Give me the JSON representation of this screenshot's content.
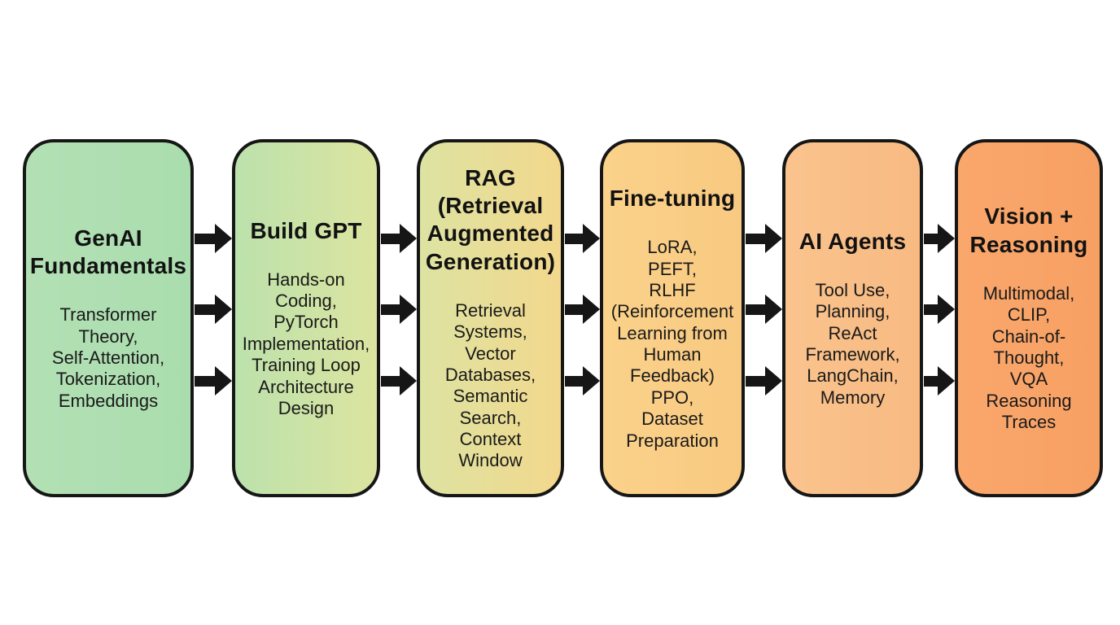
{
  "page": {
    "background_color": "#ffffff"
  },
  "diagram": {
    "type": "flowchart",
    "direction": "left-to-right",
    "outline_color": "#161616",
    "text_color": "#141414",
    "arrows": {
      "icon": "arrow-right-icon",
      "color": "#161616",
      "per_gap": 3,
      "gap_count": 5
    },
    "stages": [
      {
        "id": "genai-fundamentals",
        "title": "GenAI\nFundamentals",
        "topics": "Transformer\nTheory,\nSelf-Attention,\nTokenization,\nEmbeddings",
        "color_left": "#b2e0b4",
        "color_right": "#aaddae"
      },
      {
        "id": "build-gpt",
        "title": "Build GPT",
        "topics": "Hands-on\nCoding,\nPyTorch\nImplementation,\nTraining Loop\nArchitecture\nDesign",
        "color_left": "#bce2ac",
        "color_right": "#dce4a0"
      },
      {
        "id": "rag",
        "title": "RAG\n(Retrieval\nAugmented\nGeneration)",
        "topics": "Retrieval\nSystems,\nVector\nDatabases,\nSemantic\nSearch,\nContext\nWindow",
        "color_left": "#dde3a2",
        "color_right": "#f2d88d"
      },
      {
        "id": "fine-tuning",
        "title": "Fine-tuning",
        "topics": "LoRA,\nPEFT,\nRLHF\n(Reinforcement\nLearning from\nHuman\nFeedback)\nPPO,\nDataset\nPreparation",
        "color_left": "#fbd28a",
        "color_right": "#f8c981"
      },
      {
        "id": "ai-agents",
        "title": "AI Agents",
        "topics": "Tool Use,\nPlanning,\nReAct\nFramework,\nLangChain,\nMemory",
        "color_left": "#fbc38d",
        "color_right": "#f7ba82"
      },
      {
        "id": "vision-reasoning",
        "title": "Vision +\nReasoning",
        "topics": "Multimodal,\nCLIP,\nChain-of-\nThought,\nVQA\nReasoning\nTraces",
        "color_left": "#faa76c",
        "color_right": "#f7a063"
      }
    ]
  }
}
